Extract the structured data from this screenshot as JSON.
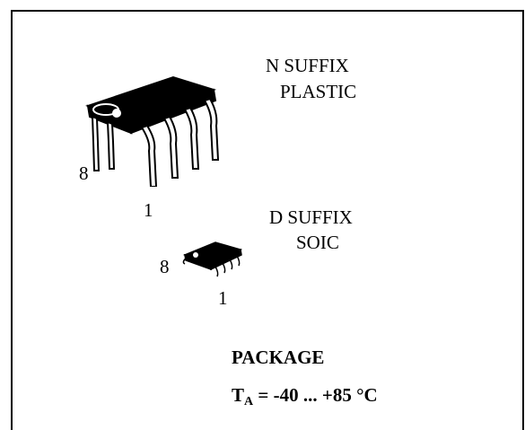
{
  "n_package": {
    "suffix_line1": "N SUFFIX",
    "suffix_line2": "PLASTIC",
    "pin_label_8": "8",
    "pin_label_1": "1"
  },
  "d_package": {
    "suffix_line1": "D SUFFIX",
    "suffix_line2": "SOIC",
    "pin_label_8": "8",
    "pin_label_1": "1"
  },
  "footer": {
    "package_label": "PACKAGE",
    "temp_symbol": "T",
    "temp_subscript": "A",
    "temp_range": " = -40 ... +85 °C"
  }
}
